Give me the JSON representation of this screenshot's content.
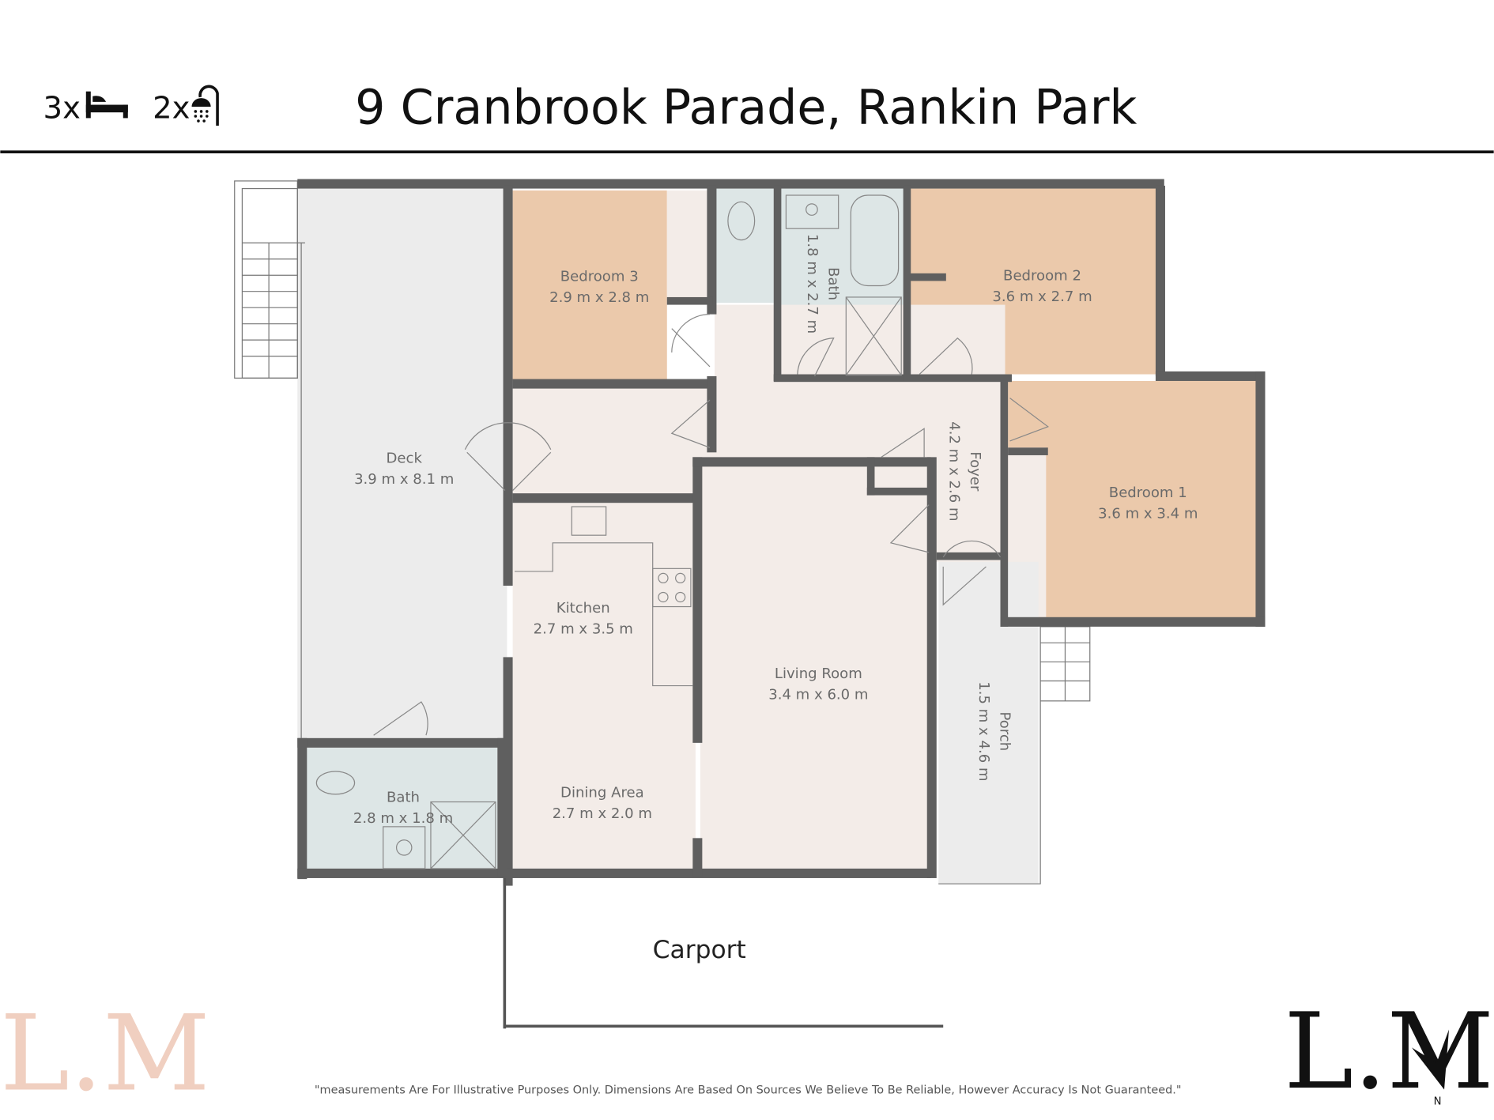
{
  "header": {
    "bedrooms": "3x",
    "bathrooms": "2x",
    "bed_icon": "bed-icon",
    "shower_icon": "shower-icon",
    "title": "9 Cranbrook Parade, Rankin Park"
  },
  "rooms": {
    "deck": {
      "name": "Deck",
      "size": "3.9 m x 8.1 m"
    },
    "bedroom3": {
      "name": "Bedroom 3",
      "size": "2.9 m x 2.8 m"
    },
    "bath_main": {
      "name": "Bath",
      "size": "1.8 m x 2.7 m"
    },
    "bedroom2": {
      "name": "Bedroom 2",
      "size": "3.6 m x 2.7 m"
    },
    "bedroom1": {
      "name": "Bedroom 1",
      "size": "3.6 m x 3.4 m"
    },
    "foyer": {
      "name": "Foyer",
      "size": "4.2 m x 2.6 m"
    },
    "kitchen": {
      "name": "Kitchen",
      "size": "2.7 m x 3.5 m"
    },
    "living": {
      "name": "Living Room",
      "size": "3.4 m x 6.0 m"
    },
    "porch": {
      "name": "Porch",
      "size": "1.5 m x 4.6 m"
    },
    "bath_lower": {
      "name": "Bath",
      "size": "2.8 m x 1.8 m"
    },
    "dining": {
      "name": "Dining Area",
      "size": "2.7 m x 2.0 m"
    },
    "carport": {
      "name": "Carport"
    }
  },
  "footer": {
    "disclaimer": "\"measurements Are For Illustrative Purposes Only. Dimensions Are Based On Sources We Believe To Be Reliable, However Accuracy Is Not Guaranteed.\"",
    "logo_left": "L.M",
    "logo_right": "L.M",
    "compass": "N"
  },
  "colors": {
    "bedroom": "#ebc9ab",
    "bath": "#dde6e6",
    "living": "#f3ece8",
    "outdoor": "#ececec",
    "wall": "#5f5f5f"
  }
}
